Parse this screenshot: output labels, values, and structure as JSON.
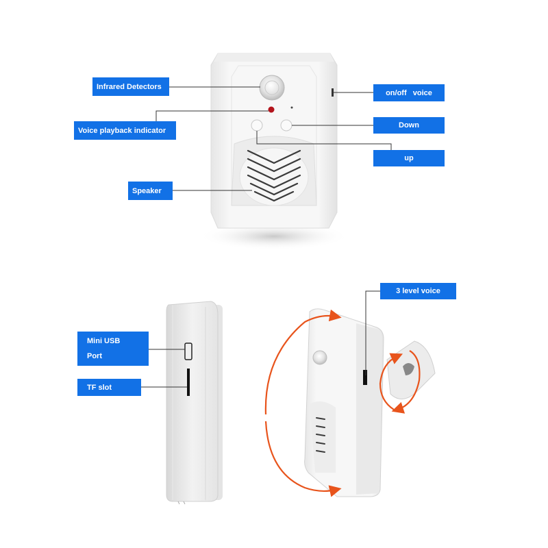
{
  "colors": {
    "label_bg": "#1271e6",
    "label_text": "#ffffff",
    "leader_line": "#333333",
    "rotation_arrow": "#e8541c",
    "device_body": "#f4f4f4",
    "device_shadow": "#d9d9d9",
    "indicator_led": "#b3141c"
  },
  "labels": {
    "infrared_detectors": "Infrared Detectors",
    "voice_playback_indicator": "Voice playback indicator",
    "speaker": "Speaker",
    "on_off_voice": "on/off   voice",
    "down": "Down",
    "up": "up",
    "mini_usb_line1": "Mini USB",
    "mini_usb_line2": "Port",
    "tf_slot": "TF slot",
    "three_level_voice": "3 level voice"
  }
}
